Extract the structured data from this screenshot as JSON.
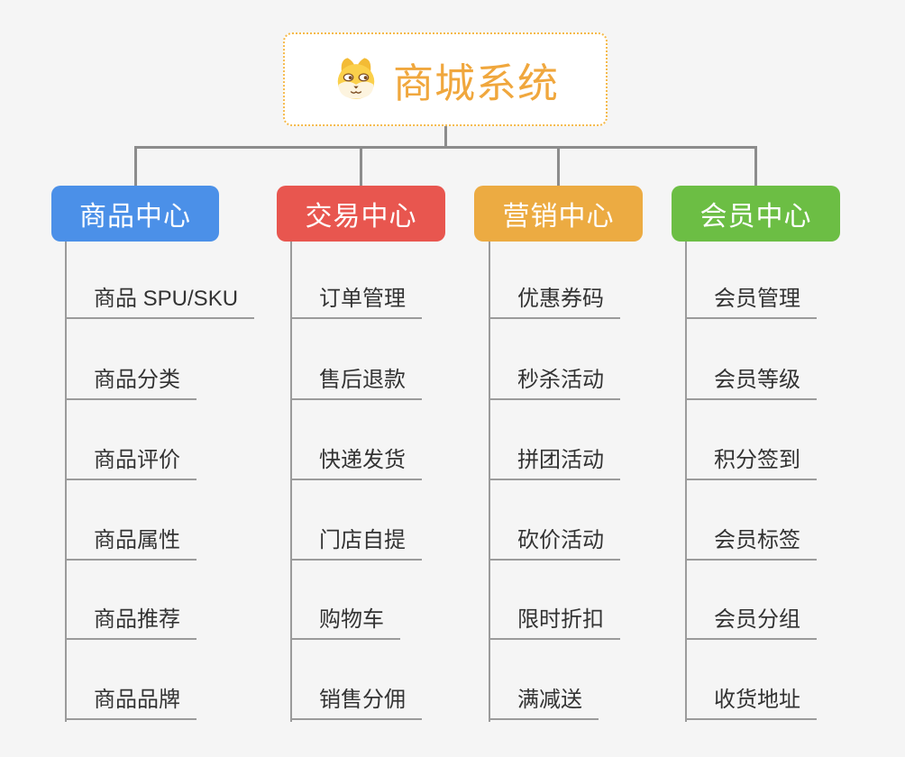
{
  "root": {
    "title": "商城系统",
    "icon": "dog-face-icon"
  },
  "colors": {
    "background": "#f5f5f5",
    "line": "#9b9b9b",
    "connector": "#8c8c8c",
    "text": "#333333",
    "root_border": "#f5ba4b",
    "root_title": "#f0a73d"
  },
  "branches": [
    {
      "label": "商品中心",
      "color": "#4b90e8",
      "items": [
        "商品 SPU/SKU",
        "商品分类",
        "商品评价",
        "商品属性",
        "商品推荐",
        "商品品牌"
      ]
    },
    {
      "label": "交易中心",
      "color": "#e8564f",
      "items": [
        "订单管理",
        "售后退款",
        "快递发货",
        "门店自提",
        "购物车",
        "销售分佣"
      ]
    },
    {
      "label": "营销中心",
      "color": "#ecab42",
      "items": [
        "优惠券码",
        "秒杀活动",
        "拼团活动",
        "砍价活动",
        "限时折扣",
        "满减送"
      ]
    },
    {
      "label": "会员中心",
      "color": "#6cbe44",
      "items": [
        "会员管理",
        "会员等级",
        "积分签到",
        "会员标签",
        "会员分组",
        "收货地址"
      ]
    }
  ]
}
